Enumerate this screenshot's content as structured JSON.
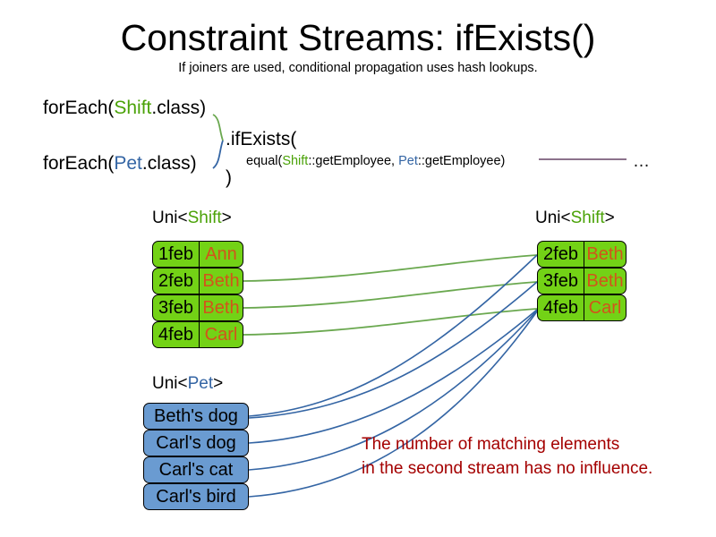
{
  "slide": {
    "title": "Constraint Streams: ifExists()",
    "subtitle": "If joiners are used, conditional propagation uses hash lookups.",
    "note_line1": "The number of matching elements",
    "note_line2": "in the second stream has no influence.",
    "ellipsis": "…"
  },
  "colors": {
    "shift_green": "#4aa207",
    "pet_blue": "#3465a4",
    "box_green_fill": "#73d216",
    "box_blue_fill": "#6a9bd1",
    "name_orange": "#d2541b",
    "note_red": "#a40000",
    "wire_green": "#6aa84f",
    "wire_blue": "#3465a4",
    "joiner_line": "#7b5e7b"
  },
  "code": {
    "foreach_shift": {
      "prefix": "forEach(",
      "type": "Shift",
      "suffix": ".class)"
    },
    "foreach_pet": {
      "prefix": "forEach(",
      "type": "Pet",
      "suffix": ".class)"
    },
    "ifexists_open": ".ifExists(",
    "ifexists_close": ")",
    "joiner": {
      "prefix": "equal(",
      "left_type": "Shift",
      "left_method": "::getEmployee, ",
      "right_type": "Pet",
      "right_method": "::getEmployee)"
    }
  },
  "streams": {
    "left_shift": {
      "label_prefix": "Uni<",
      "label_type": "Shift",
      "label_suffix": ">",
      "rows": [
        {
          "date": "1feb",
          "name": "Ann"
        },
        {
          "date": "2feb",
          "name": "Beth"
        },
        {
          "date": "3feb",
          "name": "Beth"
        },
        {
          "date": "4feb",
          "name": "Carl"
        }
      ]
    },
    "pet": {
      "label_prefix": "Uni<",
      "label_type": "Pet",
      "label_suffix": ">",
      "rows": [
        {
          "label": "Beth's dog"
        },
        {
          "label": "Carl's dog"
        },
        {
          "label": "Carl's cat"
        },
        {
          "label": "Carl's bird"
        }
      ]
    },
    "right_shift": {
      "label_prefix": "Uni<",
      "label_type": "Shift",
      "label_suffix": ">",
      "rows": [
        {
          "date": "2feb",
          "name": "Beth"
        },
        {
          "date": "3feb",
          "name": "Beth"
        },
        {
          "date": "4feb",
          "name": "Carl"
        }
      ]
    }
  }
}
